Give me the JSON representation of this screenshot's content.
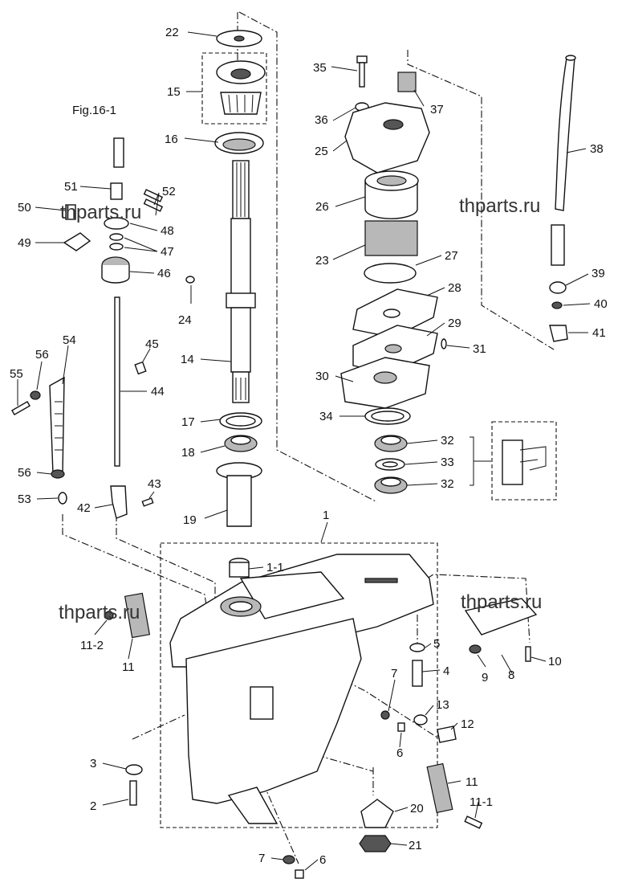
{
  "figure_ref": "Fig.16-1",
  "watermarks": [
    "thparts.ru",
    "thparts.ru",
    "thparts.ru",
    "thparts.ru"
  ],
  "parts": [
    "1",
    "1-1",
    "2",
    "3",
    "4",
    "5",
    "6",
    "7",
    "8",
    "9",
    "10",
    "11",
    "11-1",
    "11-2",
    "12",
    "13",
    "14",
    "15",
    "16",
    "17",
    "18",
    "19",
    "20",
    "21",
    "22",
    "23",
    "24",
    "25",
    "26",
    "27",
    "28",
    "29",
    "30",
    "31",
    "32",
    "33",
    "34",
    "35",
    "36",
    "37",
    "38",
    "39",
    "40",
    "41",
    "42",
    "43",
    "44",
    "45",
    "46",
    "47",
    "48",
    "49",
    "50",
    "51",
    "52",
    "53",
    "54",
    "55",
    "56"
  ],
  "labels": {
    "p22": "22",
    "p15": "15",
    "p16": "16",
    "p24": "24",
    "p14": "14",
    "p17": "17",
    "p18": "18",
    "p19": "19",
    "p35": "35",
    "p36": "36",
    "p37": "37",
    "p25": "25",
    "p26": "26",
    "p23": "23",
    "p27": "27",
    "p28": "28",
    "p29": "29",
    "p31": "31",
    "p30": "30",
    "p34": "34",
    "p32a": "32",
    "p33": "33",
    "p32b": "32",
    "p38": "38",
    "p39": "39",
    "p40": "40",
    "p41": "41",
    "p51": "51",
    "p52": "52",
    "p50": "50",
    "p48": "48",
    "p49": "49",
    "p47": "47",
    "p46": "46",
    "p54": "54",
    "p56a": "56",
    "p45": "45",
    "p55": "55",
    "p44": "44",
    "p56b": "56",
    "p53": "53",
    "p42": "42",
    "p43": "43",
    "p1": "1",
    "p1_1": "1-1",
    "p11_2": "11-2",
    "p11a": "11",
    "p5": "5",
    "p4": "4",
    "p9": "9",
    "p8": "8",
    "p10": "10",
    "p7a": "7",
    "p13": "13",
    "p12": "12",
    "p6a": "6",
    "p3": "3",
    "p2": "2",
    "p11b": "11",
    "p20": "20",
    "p11_1": "11-1",
    "p21": "21",
    "p7b": "7",
    "p6b": "6"
  }
}
